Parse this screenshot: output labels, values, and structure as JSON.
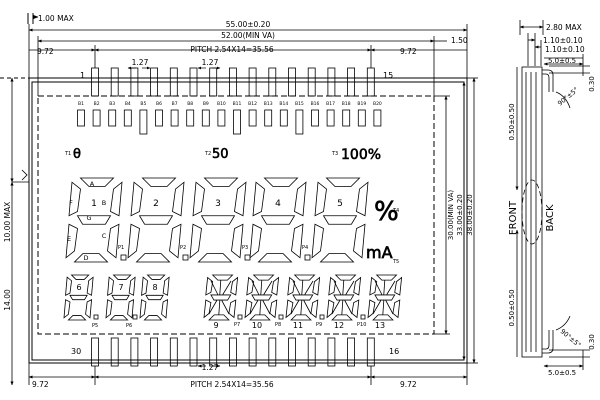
{
  "dims": {
    "max_thickness": "1.00 MAX",
    "overall_width": "55.00±0.20",
    "va_width": "52.00(MIN VA)",
    "right_margin": "1.50",
    "pin_margin_left": "9.72",
    "pin_margin_right": "9.72",
    "pitch_top": "PITCH 2.54X14=35.56",
    "pitch_bottom": "PITCH 2.54X14=35.56",
    "pin_width_a": "1.27",
    "pin_width_b": "1.27",
    "pin_width_bottom": "1.27",
    "pin_margin_left_bottom": "9.72",
    "pin_margin_right_bottom": "9.72",
    "height_max": "10.00 MAX",
    "pin_length": "14.00",
    "va_height": "30.00(MIN VA)",
    "glass_height": "33.00±0.20",
    "overall_height": "38.00±0.20"
  },
  "pins": {
    "top_left": "1",
    "top_right": "15",
    "bottom_left": "30",
    "bottom_right": "16"
  },
  "bar_labels": [
    "B1",
    "B2",
    "B3",
    "B4",
    "B5",
    "B6",
    "B7",
    "B8",
    "B9",
    "B10",
    "B11",
    "B12",
    "B13",
    "B14",
    "B15",
    "B16",
    "B17",
    "B18",
    "B19",
    "B20"
  ],
  "icons": {
    "t1": "T1",
    "t1_symbol": "θ",
    "t2": "T2",
    "t2_symbol": "50",
    "t3": "T3",
    "t3_symbol": "100%",
    "percent": "%",
    "t4": "T4",
    "ma": "mA",
    "t5": "T5"
  },
  "segments": [
    "A",
    "B",
    "C",
    "D",
    "E",
    "F",
    "G"
  ],
  "big_digits": [
    "1",
    "2",
    "3",
    "4",
    "5"
  ],
  "big_points": [
    "P1",
    "P2",
    "P3",
    "P4"
  ],
  "small_digits": [
    "6",
    "7",
    "8"
  ],
  "small_points": [
    "P5",
    "P6"
  ],
  "alpha_digits": [
    "9",
    "10",
    "11",
    "12",
    "13"
  ],
  "alpha_points": [
    "P7",
    "P8",
    "P9",
    "P10"
  ],
  "side": {
    "thickness": "2.80 MAX",
    "t1": "1.10±0.10",
    "t2": "1.10±0.10",
    "lead_top": "5.0±0.5",
    "lead_bottom": "5.0±0.5",
    "gap_top": "0.50±0.50",
    "gap_bottom": "0.50±0.50",
    "angle_top": "90°±5°",
    "angle_bottom": "90°±5°",
    "pin_top": "0.30",
    "pin_bottom": "0.30",
    "front": "FRONT",
    "back": "BACK"
  }
}
